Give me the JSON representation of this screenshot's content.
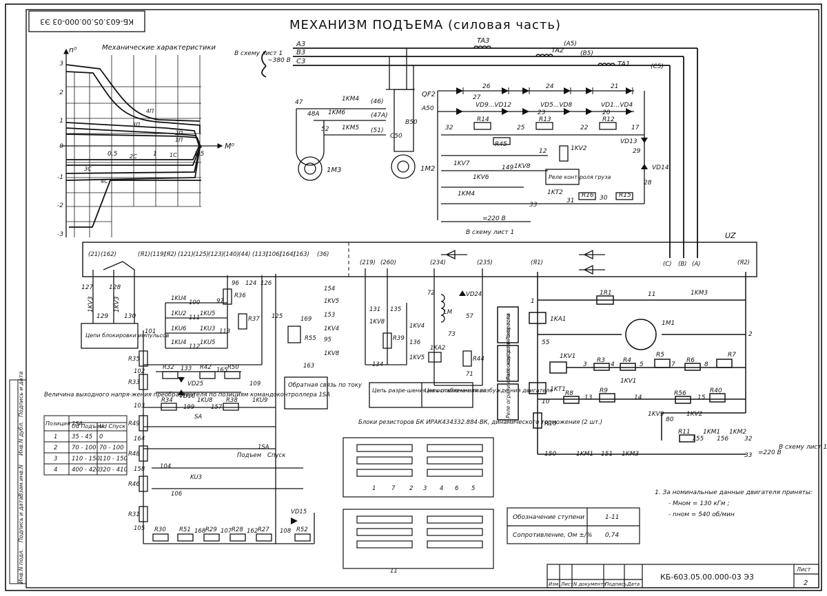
{
  "document": {
    "title": "МЕХАНИЗМ ПОДЪЕМА (силовая часть)",
    "code": "КБ-603.05.00.000-03 Э3",
    "code_rotated": "КБ-603.05.00.000-03 Э3",
    "sheet_label": "Лист",
    "sheet_number": "2"
  },
  "stamp_columns": [
    "Изм.",
    "Лист",
    "N документа",
    "Подпись",
    "Дата"
  ],
  "side_margin_labels": [
    "Инв.N подл.",
    "Подпись и дата",
    "Взам.инв.N",
    "Инв.N дубл.",
    "Подпись и дата"
  ],
  "mech_chart": {
    "title": "Механические характеристики",
    "y_axis_label": "n⁰",
    "x_axis_label": "M⁰",
    "y_ticks": [
      "3",
      "2",
      "1",
      "0",
      "-1",
      "-2",
      "-3"
    ],
    "x_ticks": [
      "0,5",
      "1",
      "1,5"
    ],
    "curve_labels": [
      "4П",
      "3П",
      "2П",
      "1П",
      "1С",
      "2С",
      "3С",
      "4С"
    ]
  },
  "supply": {
    "phases": [
      "A3",
      "B3",
      "C3"
    ],
    "note": "В схему лист 1",
    "voltage": "~380 В",
    "outputs": [
      "(А5)",
      "(В5)",
      "(С5)"
    ],
    "transformers": [
      "TA3",
      "TA2",
      "TA1"
    ]
  },
  "motors": {
    "m3": "1M3",
    "m2": "1M2",
    "breaker": "QF2",
    "node_labels": [
      "47",
      "48A",
      "52",
      "1KM4",
      "1KM6",
      "1KM5",
      "(46)",
      "(47A)",
      "(51)",
      "A50",
      "B50",
      "C50"
    ]
  },
  "bridge": {
    "groups": [
      "VD9...VD12",
      "VD5...VD8",
      "VD1...VD4"
    ],
    "resistors": [
      "R14",
      "R13",
      "R12",
      "R45",
      "R16",
      "R15"
    ],
    "relays": [
      "1KV2",
      "1KV7",
      "1KV6",
      "1KV8",
      "1KM4",
      "1KT2"
    ],
    "diodes": [
      "VD13",
      "VD14"
    ],
    "wire_numbers": [
      "26",
      "27",
      "24",
      "23",
      "21",
      "20",
      "32",
      "25",
      "22",
      "17",
      "29",
      "12",
      "149",
      "28",
      "31",
      "30",
      "33"
    ],
    "load_relay_note": "Реле конт-роля груза",
    "supply_note": "=220 В",
    "bottom_note": "В схему лист 1"
  },
  "uz_block": {
    "label": "UZ",
    "terminals_left": [
      "(21)",
      "(162)",
      "(Я1)",
      "(119)",
      "(Я2)",
      "(121)",
      "(125)",
      "(123)",
      "(140)",
      "(44)",
      "(113)",
      "(106)",
      "(164)",
      "(163)",
      "(36)"
    ],
    "terminals_mid": [
      "(219)",
      "(260)",
      "(234)",
      "(235)"
    ],
    "terminals_right": [
      "(C)",
      "(B)",
      "(A)",
      "(Я1)",
      "(Я2)"
    ]
  },
  "blocking": {
    "relays": [
      "1KV3",
      "1KV3"
    ],
    "wires": [
      "127",
      "128",
      "129",
      "130"
    ],
    "note": "Цепи блокировки импульсов"
  },
  "controller_circuit": {
    "contacts": [
      "1KU4",
      "1KU2",
      "1KU6",
      "1KU4",
      "1KU5",
      "1KU3",
      "1KU5",
      "1KU8",
      "1KU9",
      "KU3"
    ],
    "resistors": [
      "R35",
      "R33",
      "R34",
      "R32",
      "R42",
      "R50",
      "R36",
      "R37",
      "R49",
      "R48",
      "R46",
      "R31",
      "R30",
      "R51",
      "R29",
      "R28",
      "R27",
      "R52",
      "R38",
      "R55"
    ],
    "diodes": [
      "VD25",
      "VD16",
      "VD15"
    ],
    "controller": "SA",
    "controller2": "1SA",
    "controller_headers": [
      "Подъем",
      "Спуск"
    ],
    "wires": [
      "96",
      "124",
      "126",
      "100",
      "111",
      "113",
      "112",
      "101",
      "97",
      "102",
      "103",
      "133",
      "165",
      "109",
      "199",
      "157",
      "164",
      "158",
      "104",
      "106",
      "105",
      "168",
      "107",
      "162",
      "108",
      "125",
      "169",
      "95",
      "163",
      "154",
      "153"
    ],
    "feedback_note": "Обратная связь по току",
    "relays_right": [
      "1KV5",
      "1KV4",
      "1KV8"
    ]
  },
  "voltage_table": {
    "title": "Величина выходного напря-жения преобразователя по позициям командоконтроллера 1SA",
    "headers": [
      "Позиция 1SA",
      "Ud Подъем",
      "Ud Спуск"
    ],
    "rows": [
      [
        "1",
        "35 - 45",
        "0"
      ],
      [
        "2",
        "70 - 100",
        "70 - 100"
      ],
      [
        "3",
        "110 - 150",
        "110 - 150"
      ],
      [
        "4",
        "400 - 420",
        "320 - 410"
      ]
    ]
  },
  "field_weakening": {
    "relays": [
      "1KV8",
      "1KV4",
      "1KV5",
      "1KA2"
    ],
    "resistors": [
      "R39",
      "R44"
    ],
    "wires": [
      "131",
      "135",
      "134",
      "136",
      "72",
      "73",
      "57",
      "71"
    ],
    "coil": "LM",
    "diode": "VD24",
    "note1": "Цепь разре-шения на ослабление поля",
    "note2": "Цепь отключе-ния возбужде-ния двигателя"
  },
  "resistor_blocks": {
    "title": "Блоки резисторов БК ИРАК434332.884-ВК, динамического торможения (2 шт.)",
    "terminals": [
      "1",
      "7",
      "2",
      "3",
      "4",
      "6",
      "5"
    ],
    "block_label": "11"
  },
  "armature": {
    "motor": "1M1",
    "contactor": "1KM3",
    "resistors": [
      "1R1",
      "R3",
      "R4",
      "R5",
      "R6",
      "R7",
      "R8",
      "R9",
      "R56",
      "R40",
      "R10",
      "R11"
    ],
    "relays": [
      "1KA1",
      "1KV1",
      "1KV1",
      "1KT1",
      "1KV9",
      "1KV2",
      "1KM1",
      "1KM2",
      "1KM1",
      "1KM3"
    ],
    "wires": [
      "1",
      "11",
      "2",
      "55",
      "3",
      "4",
      "5",
      "7",
      "8",
      "10",
      "13",
      "14",
      "15",
      "80",
      "155",
      "156",
      "32",
      "150",
      "151",
      "33"
    ],
    "side_labels": [
      "Реле тока",
      "Реле контроля скорости",
      "Реле ограничения скорости"
    ],
    "supply_note": "=220 В",
    "sheet_ref": "В схему лист 1"
  },
  "notes": {
    "heading": "1. За номинальные данные двигателя приняты:",
    "line1": "- Mном = 130 кГм ;",
    "line2": "- nном = 540 об/мин"
  },
  "step_table": {
    "rows": [
      [
        "Обозначение ступени",
        "1-11"
      ],
      [
        "Сопротивление, Ом ±/%",
        "0,74"
      ]
    ]
  }
}
